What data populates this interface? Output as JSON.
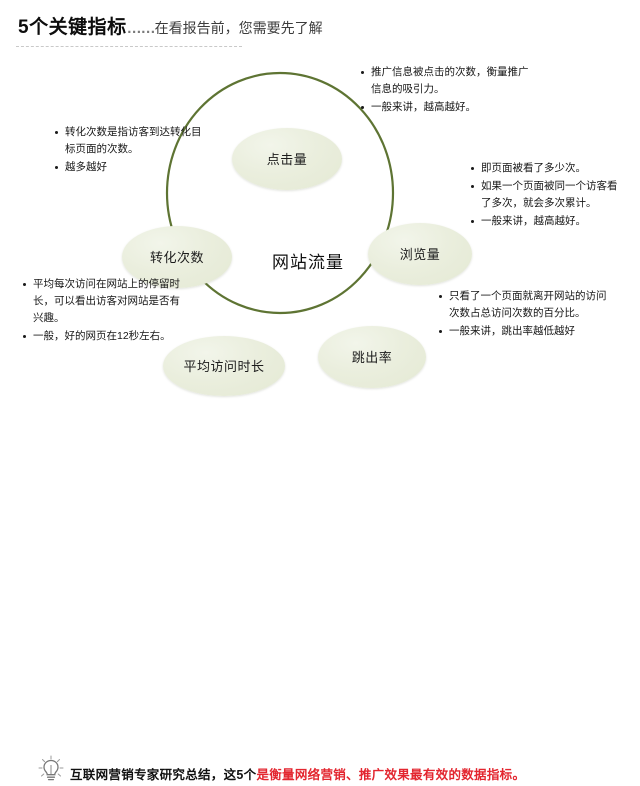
{
  "header": {
    "title_strong": "5个关键指标",
    "title_dots": "……",
    "title_sub": "在看报告前，您需要先了解"
  },
  "diagram": {
    "center_label": "网站流量",
    "ring_color": "#5e7433",
    "node_fill": "#eaeedd",
    "nodes": [
      {
        "id": "clicks",
        "label": "点击量"
      },
      {
        "id": "pageviews",
        "label": "浏览量"
      },
      {
        "id": "bounce",
        "label": "跳出率"
      },
      {
        "id": "duration",
        "label": "平均访问时长"
      },
      {
        "id": "conversion",
        "label": "转化次数"
      }
    ],
    "notes": {
      "clicks": [
        "推广信息被点击的次数，衡量推广信息的吸引力。",
        "一般来讲，越高越好。"
      ],
      "pageviews": [
        "即页面被看了多少次。",
        "如果一个页面被同一个访客看了多次，就会多次累计。",
        "一般来讲，越高越好。"
      ],
      "bounce": [
        "只看了一个页面就离开网站的访问次数占总访问次数的百分比。",
        "一般来讲，跳出率越低越好"
      ],
      "duration": [
        "平均每次访问在网站上的停留时长，可以看出访客对网站是否有兴趣。",
        "一般，好的网页在12秒左右。"
      ],
      "conversion": [
        "转化次数是指访客到达转化目标页面的次数。",
        "越多越好"
      ]
    }
  },
  "footer": {
    "icon": "lightbulb-icon",
    "text_black": "互联网营销专家研究总结，这5个",
    "text_red": "是衡量网络营销、推广效果最有效的数据指标。",
    "red_color": "#e3262f"
  }
}
